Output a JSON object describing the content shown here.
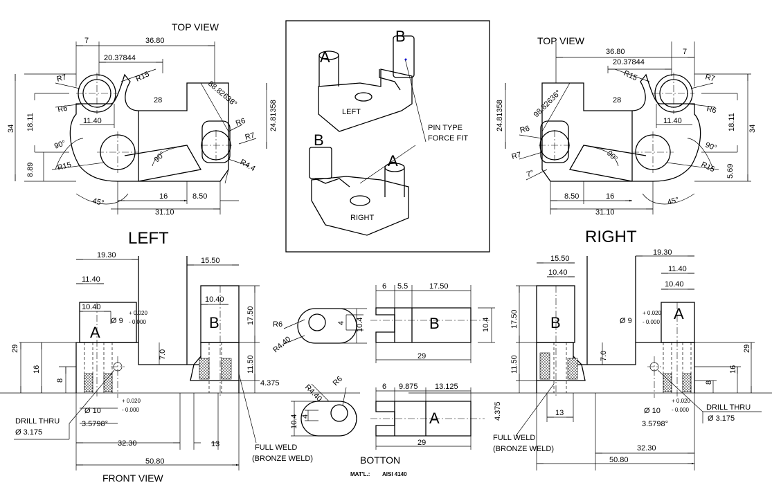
{
  "views": {
    "top_view_left": "TOP VIEW",
    "top_view_right": "TOP VIEW",
    "left_title": "LEFT",
    "right_title": "RIGHT",
    "front_view": "FRONT VIEW",
    "botton": "BOTTON",
    "material_label": "MAT'L.:",
    "material_value": "AISI 4140"
  },
  "iso": {
    "label_a1": "A",
    "label_b1": "B",
    "label_left": "LEFT",
    "label_b2": "B",
    "label_a2": "A",
    "label_right": "RIGHT",
    "pin_note_1": "PIN TYPE",
    "pin_note_2": "FORCE FIT"
  },
  "top_left": {
    "d_7": "7",
    "d_3680": "36.80",
    "d_2037": "20.37844",
    "d_r15": "R15",
    "d_r7": "R7",
    "d_angle": "88.82638°",
    "d_r6a": "R6",
    "d_28": "28",
    "d_2481": "24.81358",
    "d_1811": "18.11",
    "d_34": "34",
    "d_1140": "11.40",
    "d_r6b": "R6",
    "d_r7b": "R7",
    "d_90a": "90°",
    "d_90b": "90°",
    "d_889": "8.89",
    "d_r15b": "R15",
    "d_r44": "R4.4",
    "d_45": "45°",
    "d_16": "16",
    "d_850": "8.50",
    "d_3110": "31.10"
  },
  "top_right": {
    "d_3680": "36.80",
    "d_7": "7",
    "d_2037": "20.37844",
    "d_r15": "R15",
    "d_r7": "R7",
    "d_angle": "98.82636°",
    "d_28": "28",
    "d_2481": "24.81358",
    "d_1811": "18.11",
    "d_34": "34",
    "d_1140": "11.40",
    "d_r6a": "R6",
    "d_r6b": "R6",
    "d_r7b": "R7",
    "d_90a": "90°",
    "d_90b": "90°",
    "d_7deg": "7°",
    "d_569": "5.69",
    "d_r15b": "R15",
    "d_850": "8.50",
    "d_16": "16",
    "d_3110": "31.10",
    "d_45": "45°"
  },
  "front_left": {
    "d_1930": "19.30",
    "d_1550": "15.50",
    "d_1140": "11.40",
    "d_1040a": "10.40",
    "d_1040b": "10.40",
    "d_tol1a": "+ 0.020",
    "d_tol1b": "- 0.000",
    "d_dia9": "Ø 9",
    "let_a": "A",
    "let_b": "B",
    "d_1750": "17.50",
    "d_29": "29",
    "d_70": "7.0",
    "d_1150": "11.50",
    "d_16": "16",
    "d_8": "8",
    "d_4375": "4.375",
    "d_dia10": "Ø 10",
    "d_tol2a": "+ 0.020",
    "d_tol2b": "- 0.000",
    "d_35798": "3.5798°",
    "drill_1": "DRILL THRU",
    "drill_2": "Ø 3.175",
    "d_3230": "32.30",
    "d_13": "13",
    "d_5080": "50.80",
    "weld_1": "FULL WELD",
    "weld_2": "(BRONZE WELD)"
  },
  "pins": {
    "d_r6a": "R6",
    "d_r440a": "R4.40",
    "d_4a": "4",
    "d_104a": "10.4",
    "d_6a": "6",
    "d_55": "5.5",
    "d_1750": "17.50",
    "let_b": "B",
    "d_104b": "10.4",
    "d_29a": "29",
    "d_r440b": "R4.40",
    "d_r6b": "R6",
    "d_104c": "10.4",
    "d_4b": "4",
    "d_6b": "6",
    "d_9875": "9.875",
    "d_13125": "13.125",
    "let_a": "A",
    "d_29b": "29"
  },
  "front_right": {
    "d_1930": "19.30",
    "d_1550": "15.50",
    "d_1040a": "10.40",
    "d_1140": "11.40",
    "d_1040b": "10.40",
    "d_tol1a": "+ 0.020",
    "d_tol1b": "- 0.000",
    "d_dia9": "Ø 9",
    "let_a": "A",
    "let_b": "B",
    "d_1750": "17.50",
    "d_29": "29",
    "d_70": "7.0",
    "d_1150": "11.50",
    "d_16": "16",
    "d_8": "8",
    "d_4375": "4.375",
    "d_dia10": "Ø 10",
    "d_tol2a": "+ 0.020",
    "d_tol2b": "- 0.000",
    "d_35798": "3.5798°",
    "drill_1": "DRILL THRU",
    "drill_2": "Ø 3.175",
    "d_3230": "32.30",
    "d_13": "13",
    "d_5080": "50.80",
    "weld_1": "FULL WELD",
    "weld_2": "(BRONZE WELD)"
  }
}
